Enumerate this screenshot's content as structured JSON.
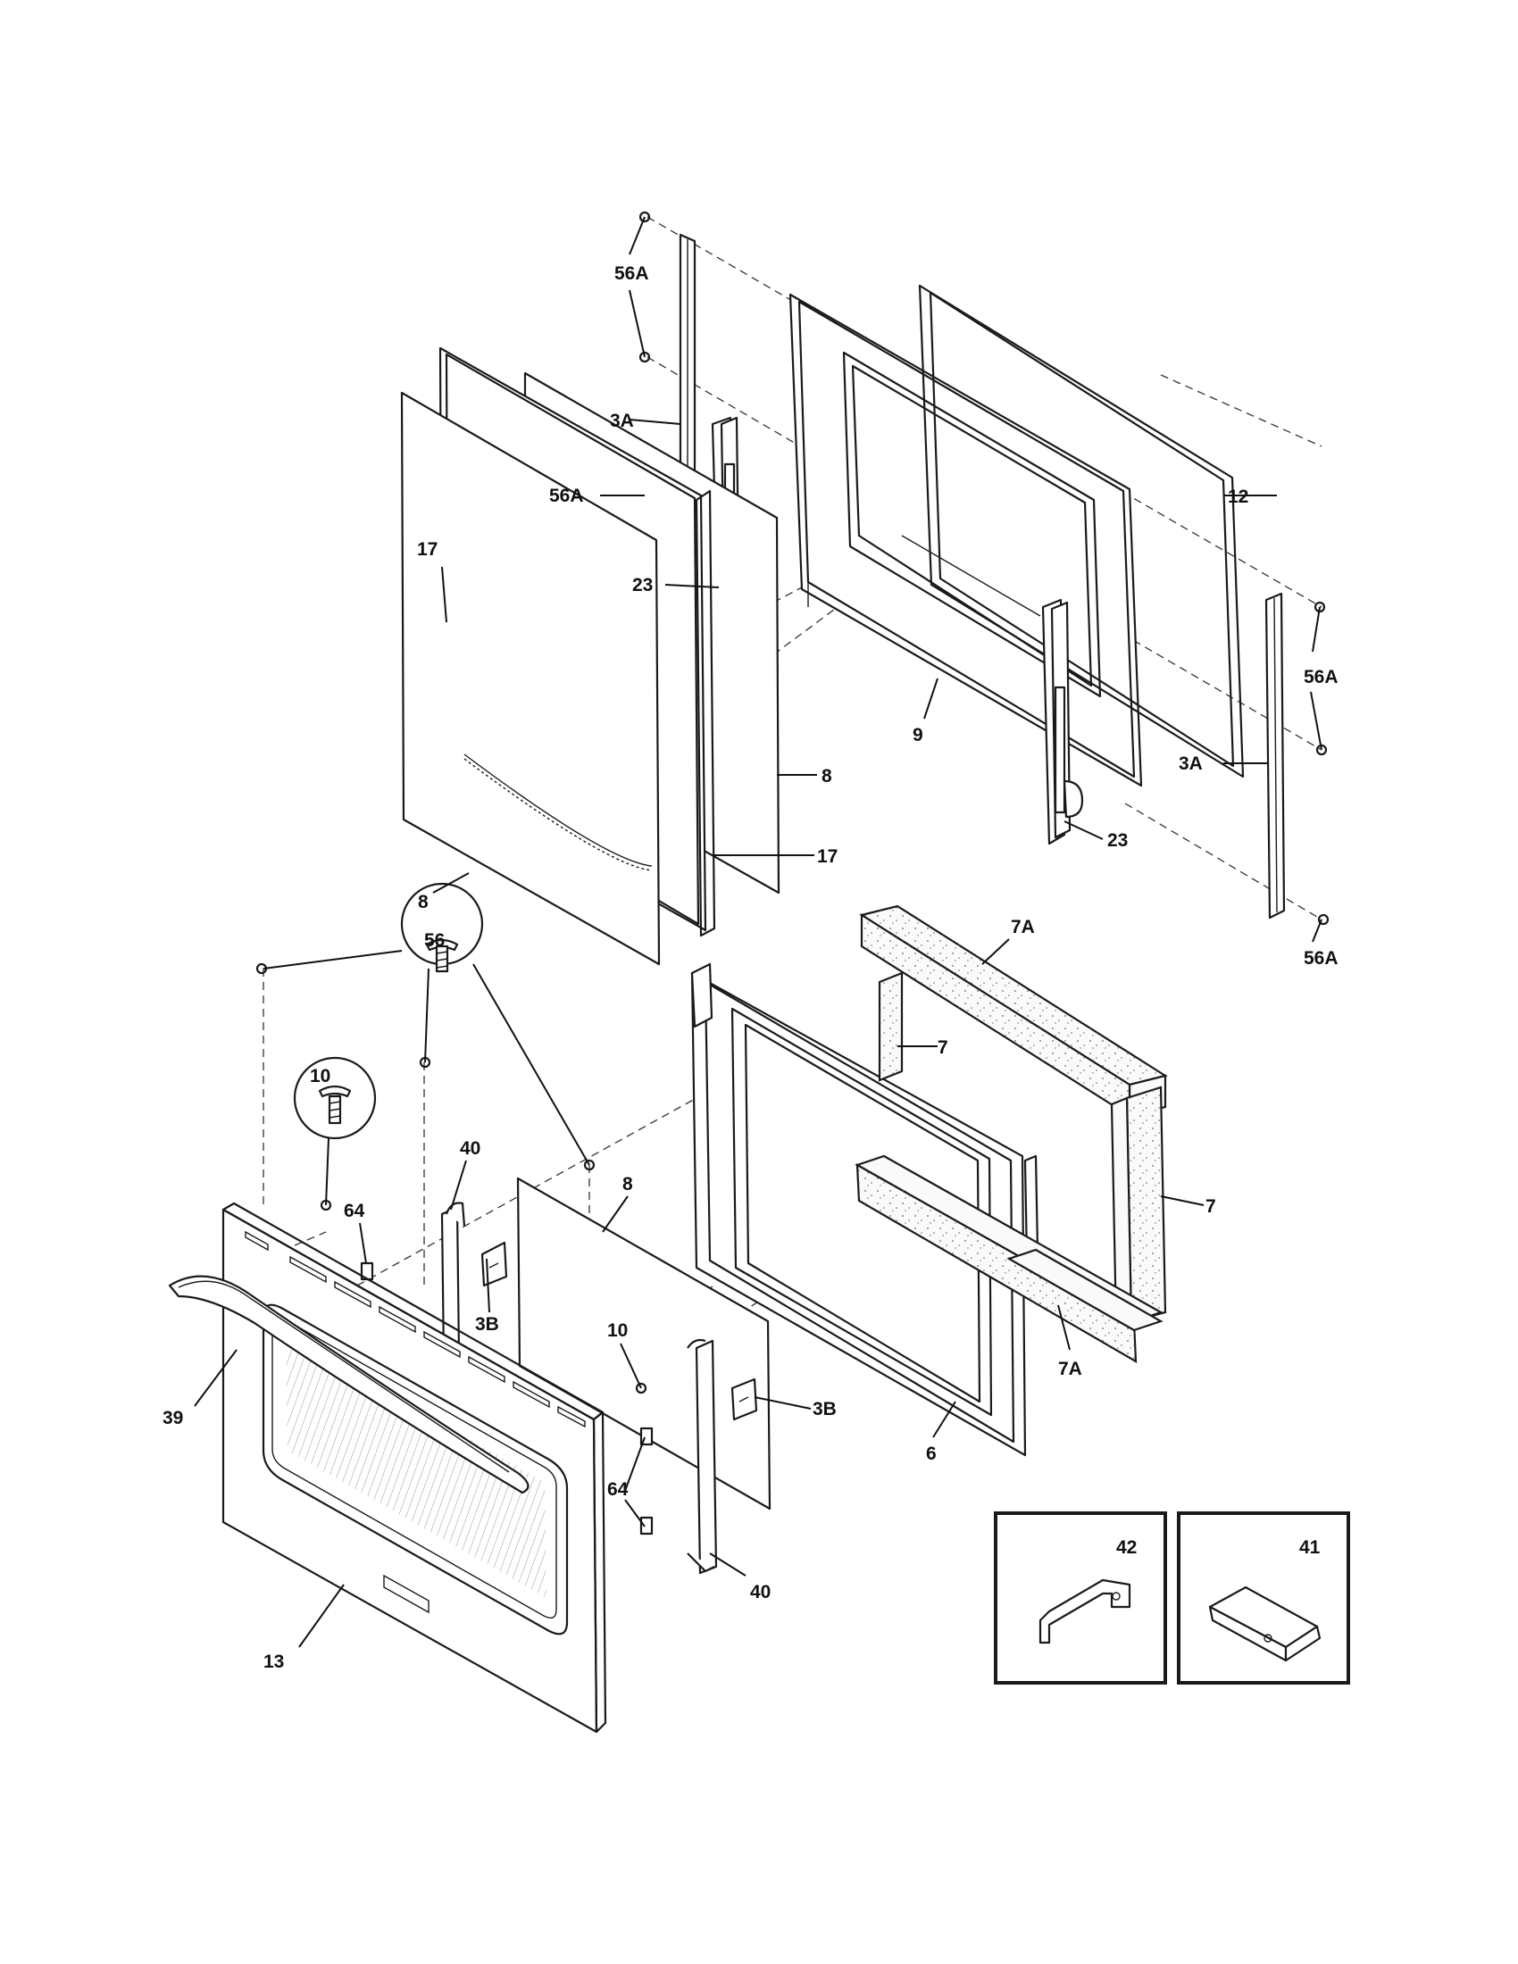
{
  "callouts": {
    "c56a_1": "56A",
    "c56a_2": "56A",
    "c56a_3": "56A",
    "c56a_4": "56A",
    "c3a_1": "3A",
    "c3a_2": "3A",
    "c12": "12",
    "c23_1": "23",
    "c23_2": "23",
    "c17_1": "17",
    "c17_2": "17",
    "c9": "9",
    "c8_1": "8",
    "c8_2": "8",
    "c8_3": "8",
    "c7a_1": "7A",
    "c7a_2": "7A",
    "c7_1": "7",
    "c7_2": "7",
    "c56": "56",
    "c10_1": "10",
    "c10_2": "10",
    "c40_1": "40",
    "c40_2": "40",
    "c64_1": "64",
    "c64_2": "64",
    "c3b_1": "3B",
    "c3b_2": "3B",
    "c39": "39",
    "c6": "6",
    "c13": "13",
    "c42": "42",
    "c41": "41"
  }
}
